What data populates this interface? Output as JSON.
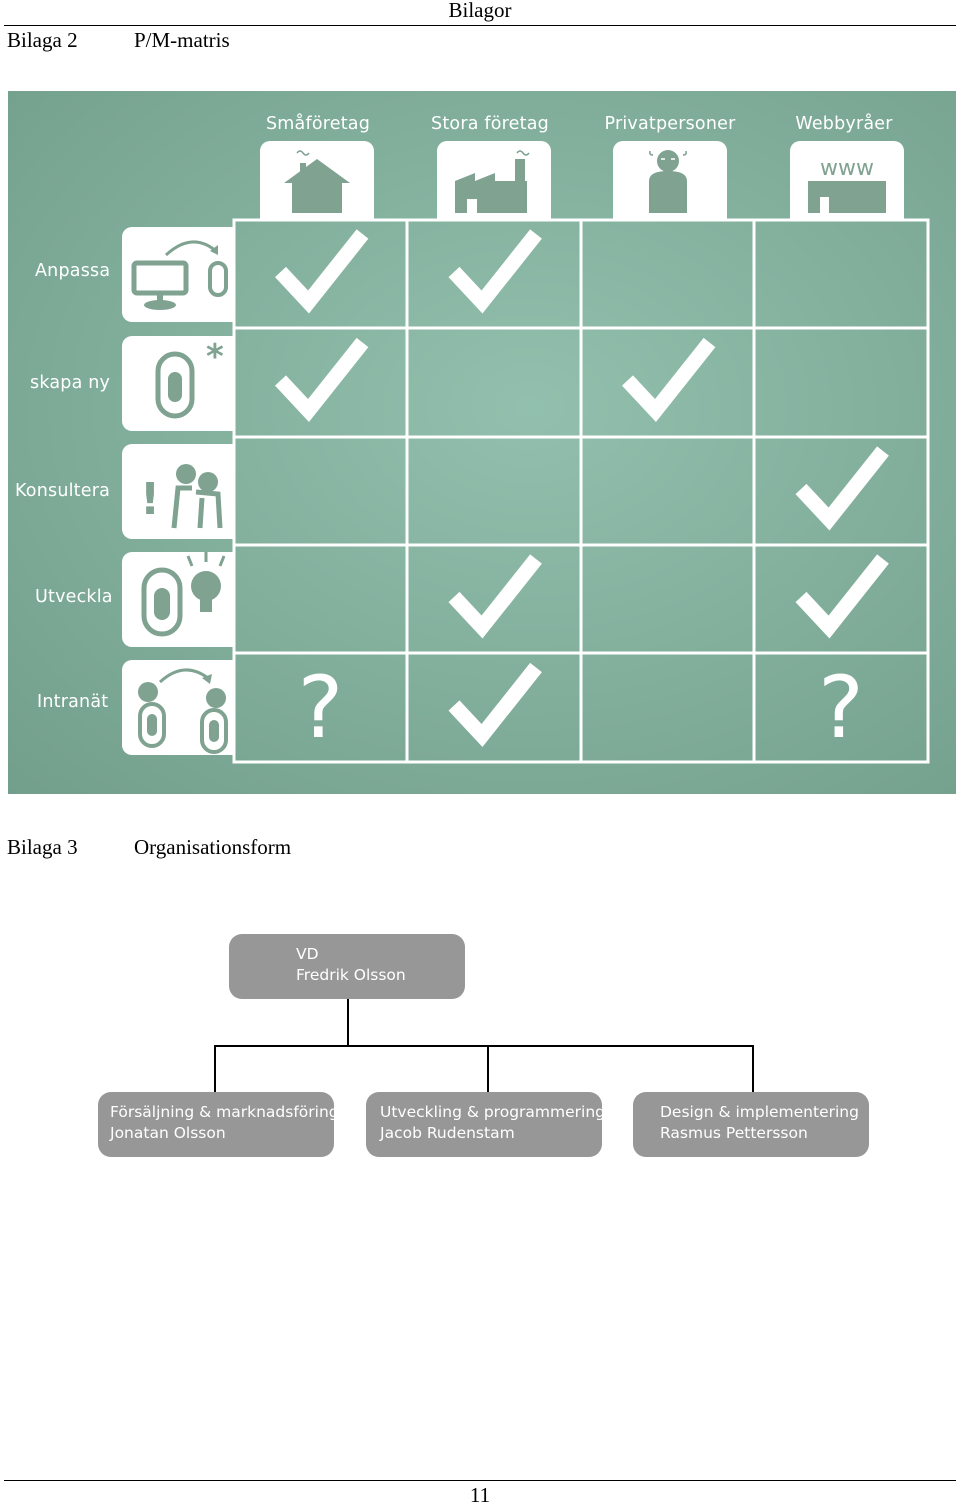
{
  "header": {
    "title": "Bilagor"
  },
  "bilaga2": {
    "label": "Bilaga 2",
    "title": "P/M-matris"
  },
  "matrix": {
    "columns": [
      {
        "label": "Småföretag",
        "icon": "small-business-house-icon"
      },
      {
        "label": "Stora företag",
        "icon": "factory-icon"
      },
      {
        "label": "Privatpersoner",
        "icon": "person-icon"
      },
      {
        "label": "Webbyråer",
        "icon": "web-agency-www-icon"
      }
    ],
    "rows": [
      {
        "label": "Anpassa",
        "icon": "adapt-computer-icon",
        "cells": [
          "check",
          "check",
          "",
          ""
        ]
      },
      {
        "label": "skapa ny",
        "icon": "create-new-icon",
        "cells": [
          "check",
          "",
          "check",
          ""
        ]
      },
      {
        "label": "Konsultera",
        "icon": "consult-people-icon",
        "cells": [
          "",
          "",
          "",
          "check"
        ]
      },
      {
        "label": "Utveckla",
        "icon": "develop-lightbulb-icon",
        "cells": [
          "",
          "check",
          "",
          "check"
        ]
      },
      {
        "label": "Intranät",
        "icon": "intranet-people-icon",
        "cells": [
          "?",
          "check",
          "",
          "?"
        ]
      }
    ],
    "colors": {
      "background": "#84b19e",
      "lines": "#ffffff",
      "icon_fill": "#7fa291"
    }
  },
  "bilaga3": {
    "label": "Bilaga 3",
    "title": "Organisationsform"
  },
  "org": {
    "top": {
      "role": "VD",
      "name": "Fredrik Olsson"
    },
    "children": [
      {
        "role": "Försäljning & marknadsföring",
        "name": "Jonatan Olsson"
      },
      {
        "role": "Utveckling & programmering",
        "name": "Jacob Rudenstam"
      },
      {
        "role": "Design & implementering",
        "name": "Rasmus Pettersson"
      }
    ],
    "box_color": "#979797"
  },
  "footer": {
    "page_number": "11"
  }
}
